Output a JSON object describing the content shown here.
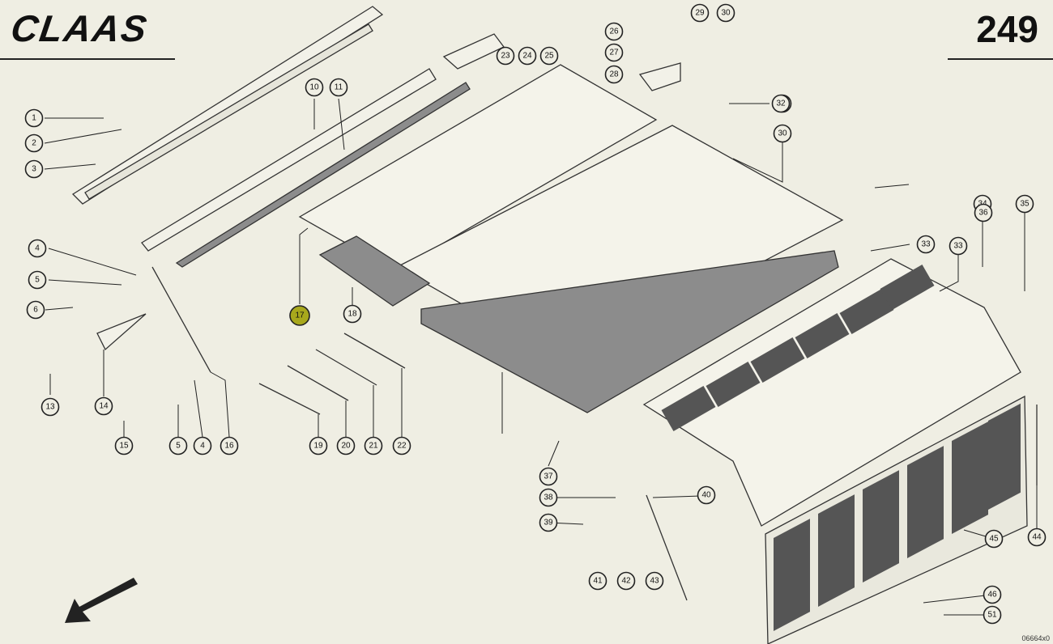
{
  "header": {
    "brand": "CLAAS",
    "page_number": "249"
  },
  "drawing": {
    "callouts": [
      "1",
      "2",
      "3",
      "4",
      "5",
      "6",
      "10",
      "11",
      "13",
      "14",
      "15",
      "5",
      "4",
      "16",
      "17",
      "18",
      "19",
      "20",
      "21",
      "22",
      "23",
      "24",
      "25",
      "26",
      "27",
      "28",
      "29",
      "30",
      "30",
      "31",
      "32",
      "33",
      "33",
      "34",
      "35",
      "36",
      "37",
      "38",
      "39",
      "40",
      "41",
      "42",
      "43",
      "44",
      "45",
      "46",
      "51"
    ],
    "highlighted_callout": "17"
  },
  "footer": {
    "ref_code": "06664x0"
  },
  "colors": {
    "paper": "#efeee3",
    "ink": "#222222",
    "grey_part": "#8c8c8c",
    "highlight": "#a8a81c"
  },
  "icons": {
    "direction_arrow": "arrow-down-left-icon"
  }
}
